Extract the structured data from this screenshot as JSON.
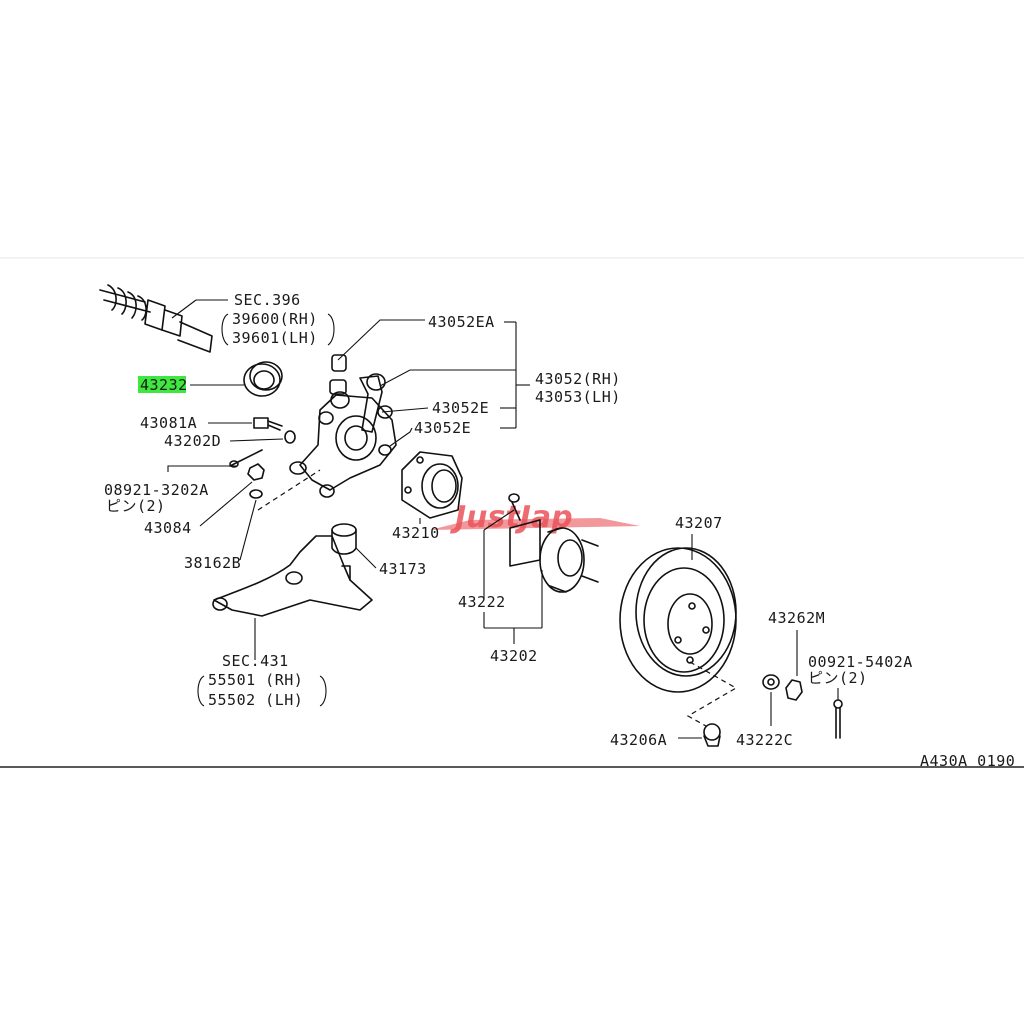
{
  "labels": {
    "sec396": "SEC.396",
    "p39600": "39600(RH)",
    "p39601": "39601(LH)",
    "p43052EA": "43052EA",
    "p43052": "43052(RH)",
    "p43053": "43053(LH)",
    "p43052E_1": "43052E",
    "p43052E_2": "43052E",
    "p43232": "43232",
    "p43081A": "43081A",
    "p43202D": "43202D",
    "p08921": "08921-3202A",
    "pin2_left": "ピン(2)",
    "p43084": "43084",
    "p38162B": "38162B",
    "p43210": "43210",
    "p43173": "43173",
    "p43207": "43207",
    "p43222": "43222",
    "p43202": "43202",
    "p43262M": "43262M",
    "p00921": "00921-5402A",
    "pin2_right": "ピン(2)",
    "sec431": "SEC.431",
    "p55501": "55501 (RH)",
    "p55502": "55502 (LH)",
    "p43206A": "43206A",
    "p43222C": "43222C",
    "diagram_code": "A430A 0190"
  },
  "watermark": "JustJap",
  "highlight": {
    "part": "43232",
    "color": "#3ee83e"
  },
  "colors": {
    "watermark": "#e9535a",
    "line": "#111111"
  }
}
